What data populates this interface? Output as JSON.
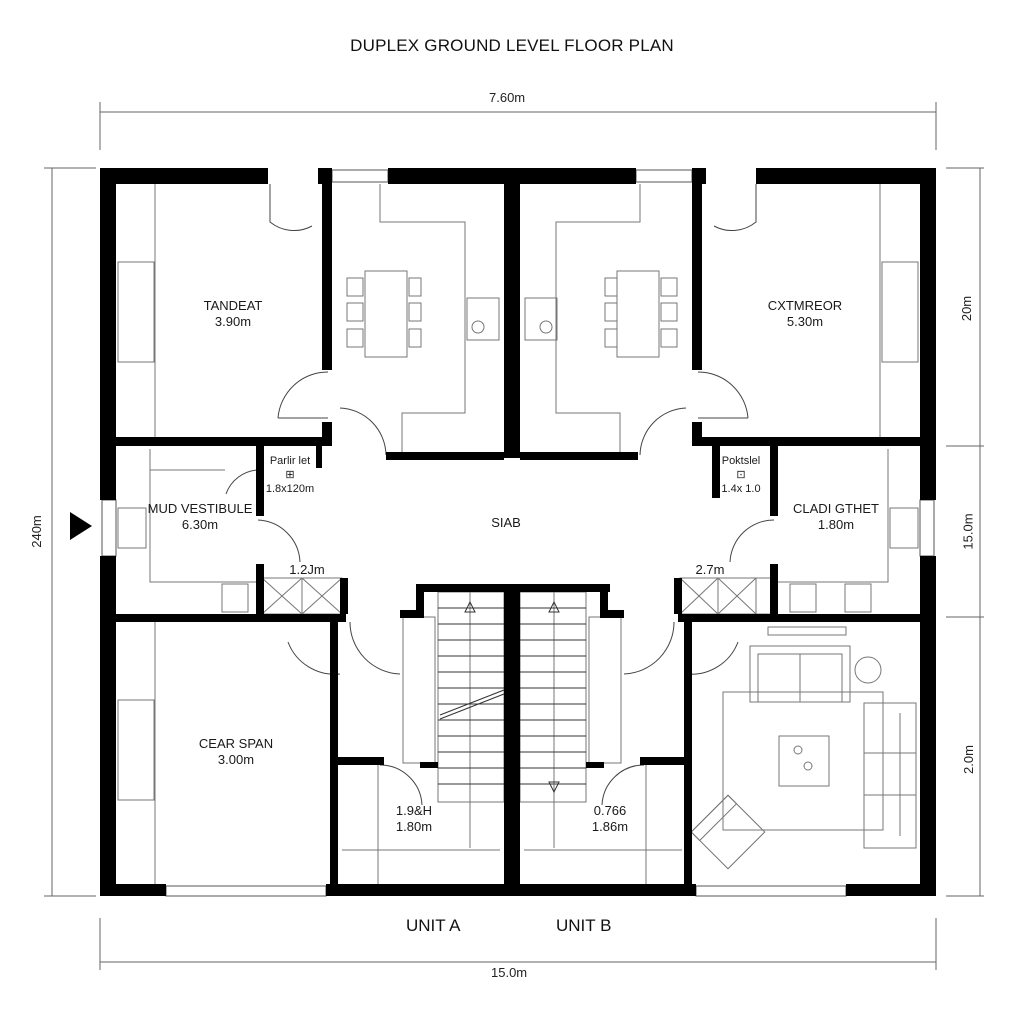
{
  "title": "DUPLEX GROUND LEVEL FLOOR PLAN",
  "dimensions": {
    "top": "7.60m",
    "bottom": "15.0m",
    "left": "240m",
    "right_top": "20m",
    "right_middle": "15.0m",
    "right_bottom": "2.0m"
  },
  "units": {
    "a": "UNIT A",
    "b": "UNIT B"
  },
  "rooms": {
    "top_left": {
      "name": "TANDEAT",
      "size": "3.90m"
    },
    "top_right": {
      "name": "CXTMREOR",
      "size": "5.30m"
    },
    "pantry_left": {
      "name": "Parlir let",
      "size": "1.8x120m"
    },
    "pantry_right": {
      "name": "Poktslel",
      "size": "1.4x 1.0"
    },
    "mud_vestibule": {
      "name": "MUD VESTIBULE",
      "size": "6.30m"
    },
    "right_mid": {
      "name": "CLADI GTHET",
      "size": "1.80m"
    },
    "center": {
      "name": "SIAB"
    },
    "closet_left": {
      "size": "1.2Jm"
    },
    "closet_right": {
      "size": "2.7m"
    },
    "bottom_left": {
      "name": "CEAR SPAN",
      "size": "3.00m"
    },
    "stair_left": {
      "name": "1.9&H",
      "size": "1.80m"
    },
    "stair_right": {
      "name": "0.766",
      "size": "1.86m"
    }
  },
  "icons": {
    "entry_marker": "triangle-right",
    "stairs_up": "arrow-up",
    "stairs_down": "arrow-down"
  },
  "colors": {
    "wall": "#000000",
    "line": "#555555",
    "background": "#ffffff"
  }
}
